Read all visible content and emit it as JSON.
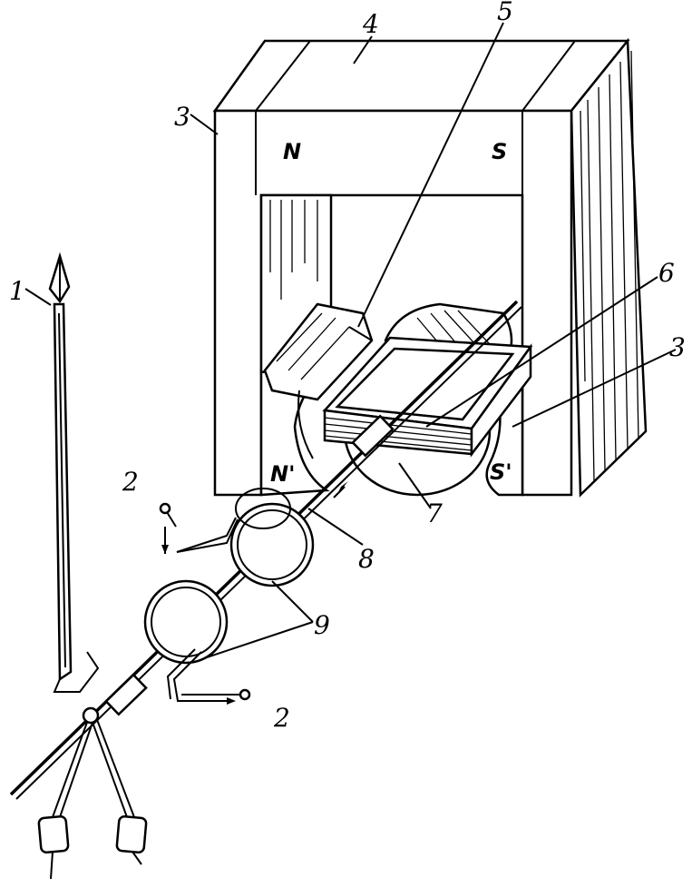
{
  "figure": {
    "callouts": [
      {
        "id": "pointer",
        "text": "1"
      },
      {
        "id": "spring-top",
        "text": "2"
      },
      {
        "id": "spring-bottom",
        "text": "2"
      },
      {
        "id": "pole-shoe-left",
        "text": "3"
      },
      {
        "id": "pole-shoe-right",
        "text": "3"
      },
      {
        "id": "magnet",
        "text": "4"
      },
      {
        "id": "core",
        "text": "5"
      },
      {
        "id": "coil-frame",
        "text": "6"
      },
      {
        "id": "cylinder",
        "text": "7"
      },
      {
        "id": "axle",
        "text": "8"
      },
      {
        "id": "spring-spirals",
        "text": "9"
      }
    ],
    "poles": {
      "north": "N",
      "south": "S",
      "north_prime": "N'",
      "south_prime": "S'"
    }
  }
}
